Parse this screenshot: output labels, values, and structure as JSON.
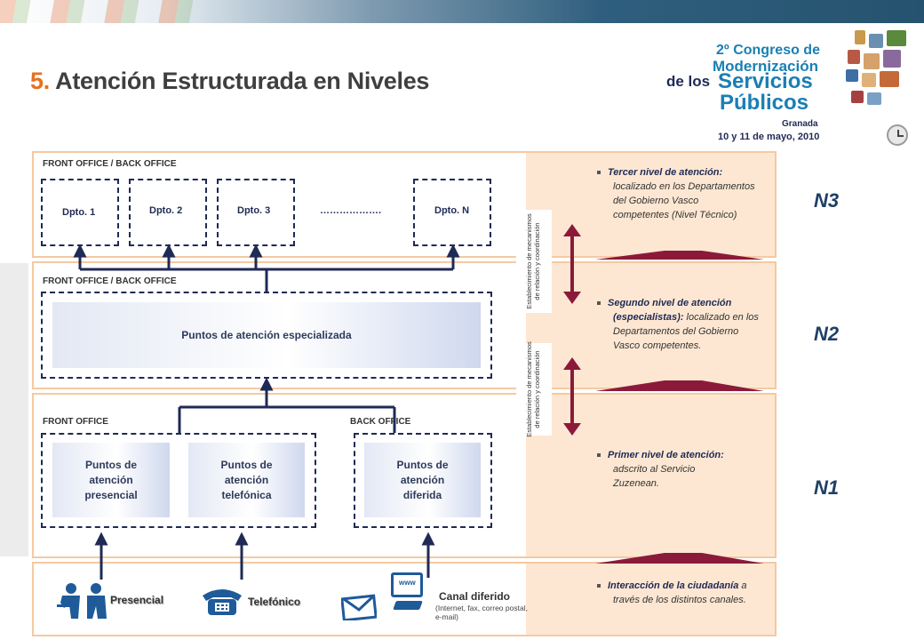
{
  "title": {
    "number": "5.",
    "text": " Atención Estructurada en Niveles"
  },
  "logo": {
    "line1": "2º Congreso de",
    "line2": "Modernización",
    "line3a": "de los",
    "line3b": "Servicios",
    "line4": "Públicos",
    "city": "Granada",
    "dates": "10 y 11 de mayo, 2010"
  },
  "level3": {
    "label": "FRONT OFFICE / BACK OFFICE",
    "departments": [
      "Dpto. 1",
      "Dpto. 2",
      "Dpto. 3",
      "……………….",
      "Dpto. N"
    ],
    "tag": "N3",
    "bullet_bold": "Tercer nivel de atención:",
    "bullet_rest": "localizado en los Departamentos del Gobierno Vasco competentes (Nivel Técnico)"
  },
  "level2": {
    "label": "FRONT OFFICE / BACK OFFICE",
    "box": "Puntos de atención especializada",
    "tag": "N2",
    "bullet_bold": "Segundo nivel de atención (especialistas):",
    "bullet_rest": "localizado en los Departamentos del Gobierno Vasco competentes."
  },
  "level1": {
    "label_front": "FRONT OFFICE",
    "label_back": "BACK OFFICE",
    "box1": "Puntos de atención presencial",
    "box2": "Puntos de atención telefónica",
    "box3": "Puntos de atención diferida",
    "tag": "N1",
    "bullet_bold": "Primer nivel de atención:",
    "bullet_rest": "adscrito al Servicio Zuzenean."
  },
  "channels": {
    "presencial": "Presencial",
    "telefonico": "Telefónico",
    "diferido_title": "Canal diferido",
    "diferido_detail": "(Internet, fax, correo postal, e-mail)",
    "www": "www",
    "bullet_bold": "Interacción de la ciudadanía",
    "bullet_rest": "a través de los distintos canales."
  },
  "coordination": "Establecimiento de mecanismos de relación y coordinación",
  "colors": {
    "accent": "#e6711f",
    "navy": "#1f2a55",
    "arrow": "#8b1a3a",
    "panel_border": "#f5c9a0",
    "panel_fill": "#fde7d2"
  }
}
